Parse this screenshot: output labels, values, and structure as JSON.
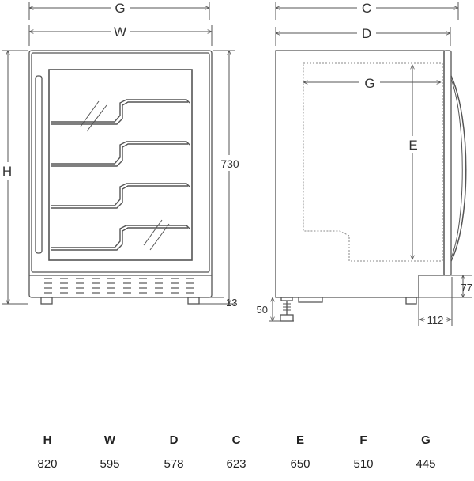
{
  "front_view": {
    "labels": {
      "g": "G",
      "w": "W",
      "h": "H",
      "height_730": "730",
      "foot_13": "13"
    }
  },
  "side_view": {
    "labels": {
      "c": "C",
      "d": "D",
      "g": "G",
      "e": "E",
      "foot_50": "50",
      "dim_77": "77",
      "dim_112": "112"
    }
  },
  "dimensions_table": {
    "headers": [
      "H",
      "W",
      "D",
      "C",
      "E",
      "F",
      "G"
    ],
    "values": [
      "820",
      "595",
      "578",
      "623",
      "650",
      "510",
      "445"
    ]
  },
  "colors": {
    "line": "#555555",
    "dash": "#888888",
    "text": "#222222"
  }
}
